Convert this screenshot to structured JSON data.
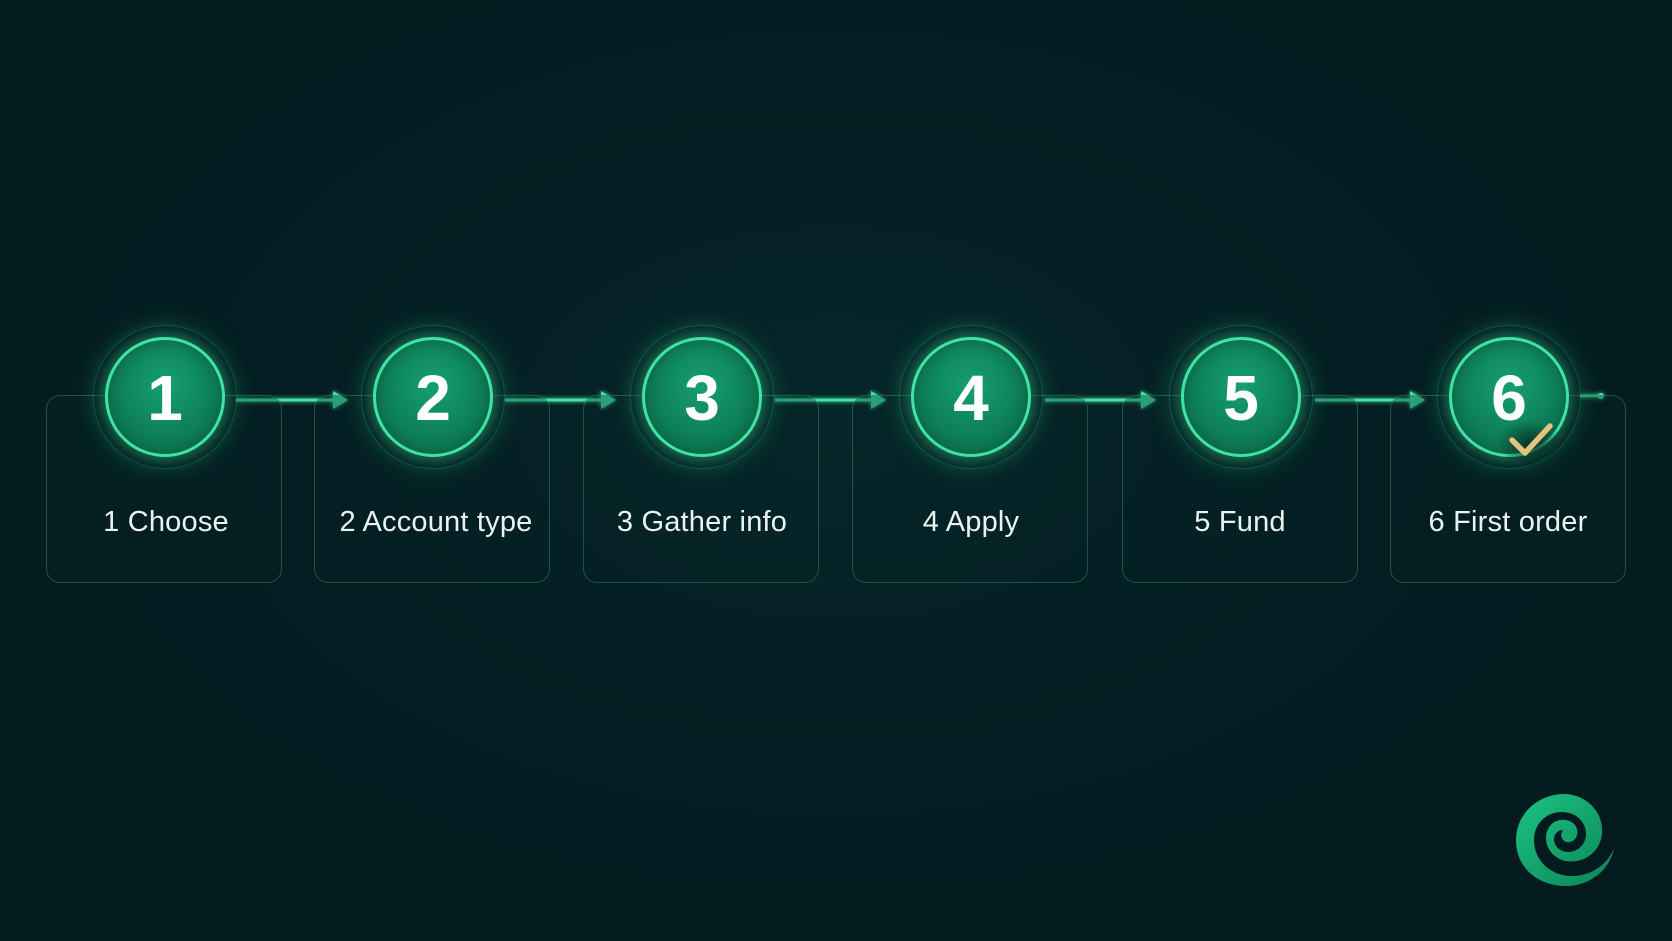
{
  "steps": [
    {
      "number": "1",
      "label": "1 Choose"
    },
    {
      "number": "2",
      "label": "2 Account type"
    },
    {
      "number": "3",
      "label": "3 Gather info"
    },
    {
      "number": "4",
      "label": "4 Apply"
    },
    {
      "number": "5",
      "label": "5 Fund"
    },
    {
      "number": "6",
      "label": "6 First order"
    }
  ],
  "colors": {
    "background": "#041d22",
    "circle_fill": "#0e8059",
    "circle_ring": "#3fe3a3",
    "connector": "#3fe3a3",
    "check": "#e6c27a",
    "logo": "#12a06b"
  },
  "icons": {
    "completed": "check-icon",
    "brand": "swirl-logo-icon"
  }
}
